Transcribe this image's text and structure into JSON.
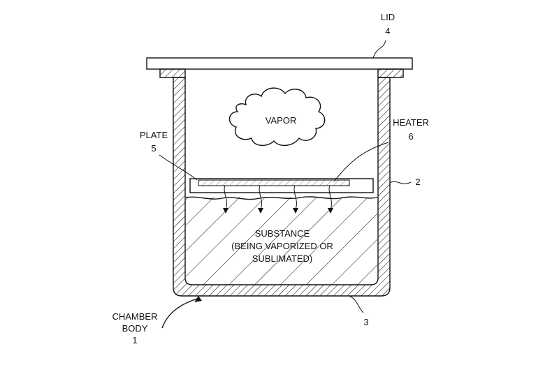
{
  "labels": {
    "lid": "LID",
    "lid_num": "4",
    "plate": "PLATE",
    "plate_num": "5",
    "heater": "HEATER",
    "heater_num": "6",
    "wall_num": "2",
    "bottom_num": "3",
    "chamber_line1": "CHAMBER",
    "chamber_line2": "BODY",
    "chamber_num": "1",
    "vapor": "VAPOR",
    "substance_line1": "SUBSTANCE",
    "substance_line2": "(BEING VAPORIZED OR",
    "substance_line3": "SUBLIMATED)"
  }
}
